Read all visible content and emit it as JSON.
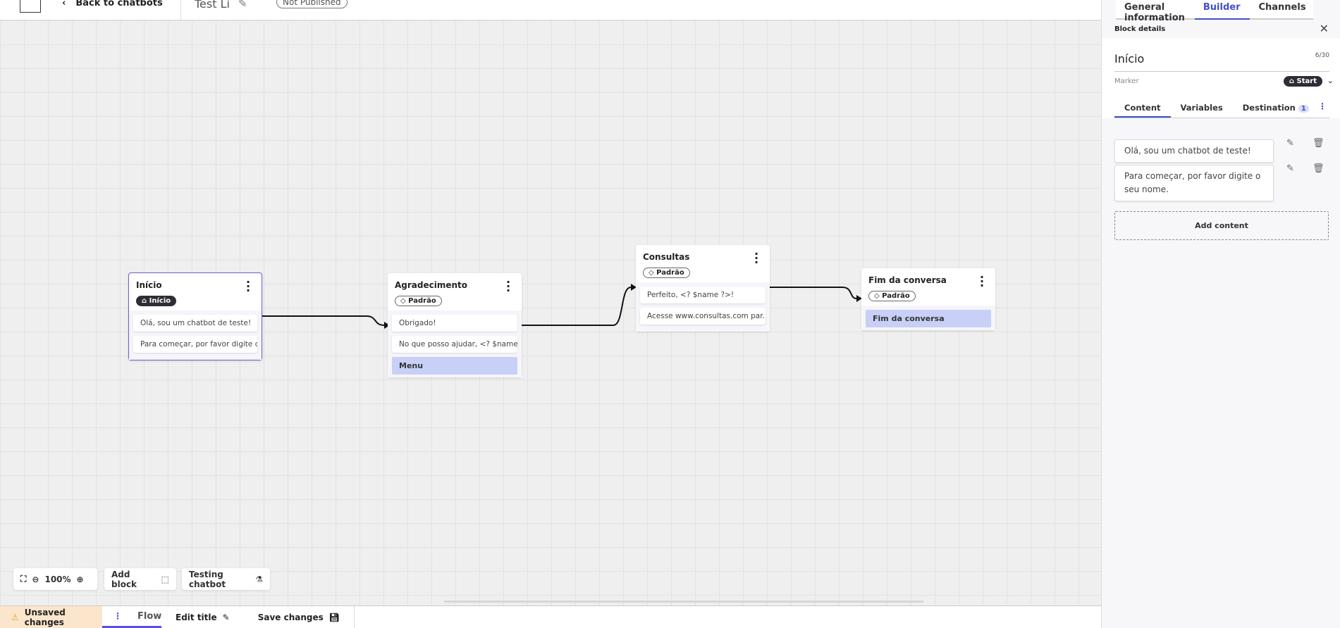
{
  "header": {
    "back_label": "Back to chatbots",
    "chatbot_title": "Test Li",
    "status": "Not Published"
  },
  "panel": {
    "tabs": [
      "General information",
      "Builder",
      "Channels"
    ],
    "active_tab": "Builder",
    "heading": "Block details",
    "block_name": "Início",
    "char_count": "6/30",
    "marker_label": "Marker",
    "marker_value": "Start",
    "content_tabs": [
      "Content",
      "Variables",
      "Destination"
    ],
    "destination_count": "1",
    "contents": [
      "Olá, sou um chatbot de teste!",
      "Para começar, por favor digite o seu nome."
    ],
    "add_content": "Add content"
  },
  "nodes": [
    {
      "name": "Início",
      "tag": "Início",
      "messages": [
        "Olá, sou um chatbot de teste!",
        "Para começar, por favor digite o ..."
      ]
    },
    {
      "name": "Agradecimento",
      "tag": "Padrão",
      "messages": [
        "Obrigado!",
        "No que posso ajudar, <? $name ..."
      ],
      "menu": "Menu"
    },
    {
      "name": "Consultas",
      "tag": "Padrão",
      "messages": [
        "Perfeito, <? $name ?>!",
        "Acesse www.consultas.com par..."
      ]
    },
    {
      "name": "Fim da conversa",
      "tag": "Padrão",
      "menu": "Fim da conversa"
    }
  ],
  "toolbar": {
    "zoom": "100%",
    "add_block": "Add block",
    "testing": "Testing chatbot"
  },
  "bottombar": {
    "unsaved": "Unsaved changes",
    "flow": "Flow",
    "edit_title": "Edit title",
    "save": "Save changes"
  },
  "colors": {
    "accent": "#4050c8",
    "selected_border": "#6b5fd6",
    "menu_fill": "#c8d0f8",
    "unsaved_bg": "#fbe6cc"
  }
}
